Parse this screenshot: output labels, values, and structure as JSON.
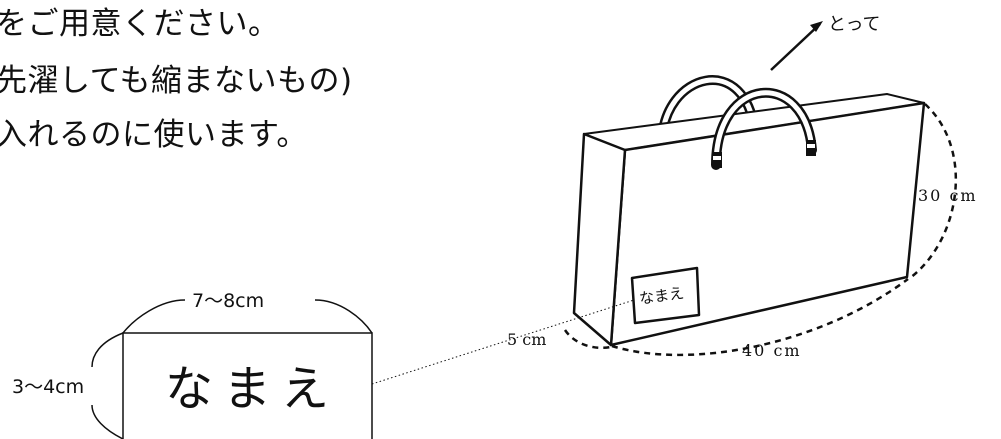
{
  "text_lines": [
    "をご用意ください。",
    "先濯しても縮まないもの)",
    "入れるのに使います。"
  ],
  "labels": {
    "handle": "とって",
    "height": "30 cm",
    "width": "40 cm",
    "depth": "5 cm",
    "bag_name": "なまえ",
    "tag_width": "7～8cm",
    "tag_height": "3～4cm",
    "tag_name": "なまえ"
  }
}
